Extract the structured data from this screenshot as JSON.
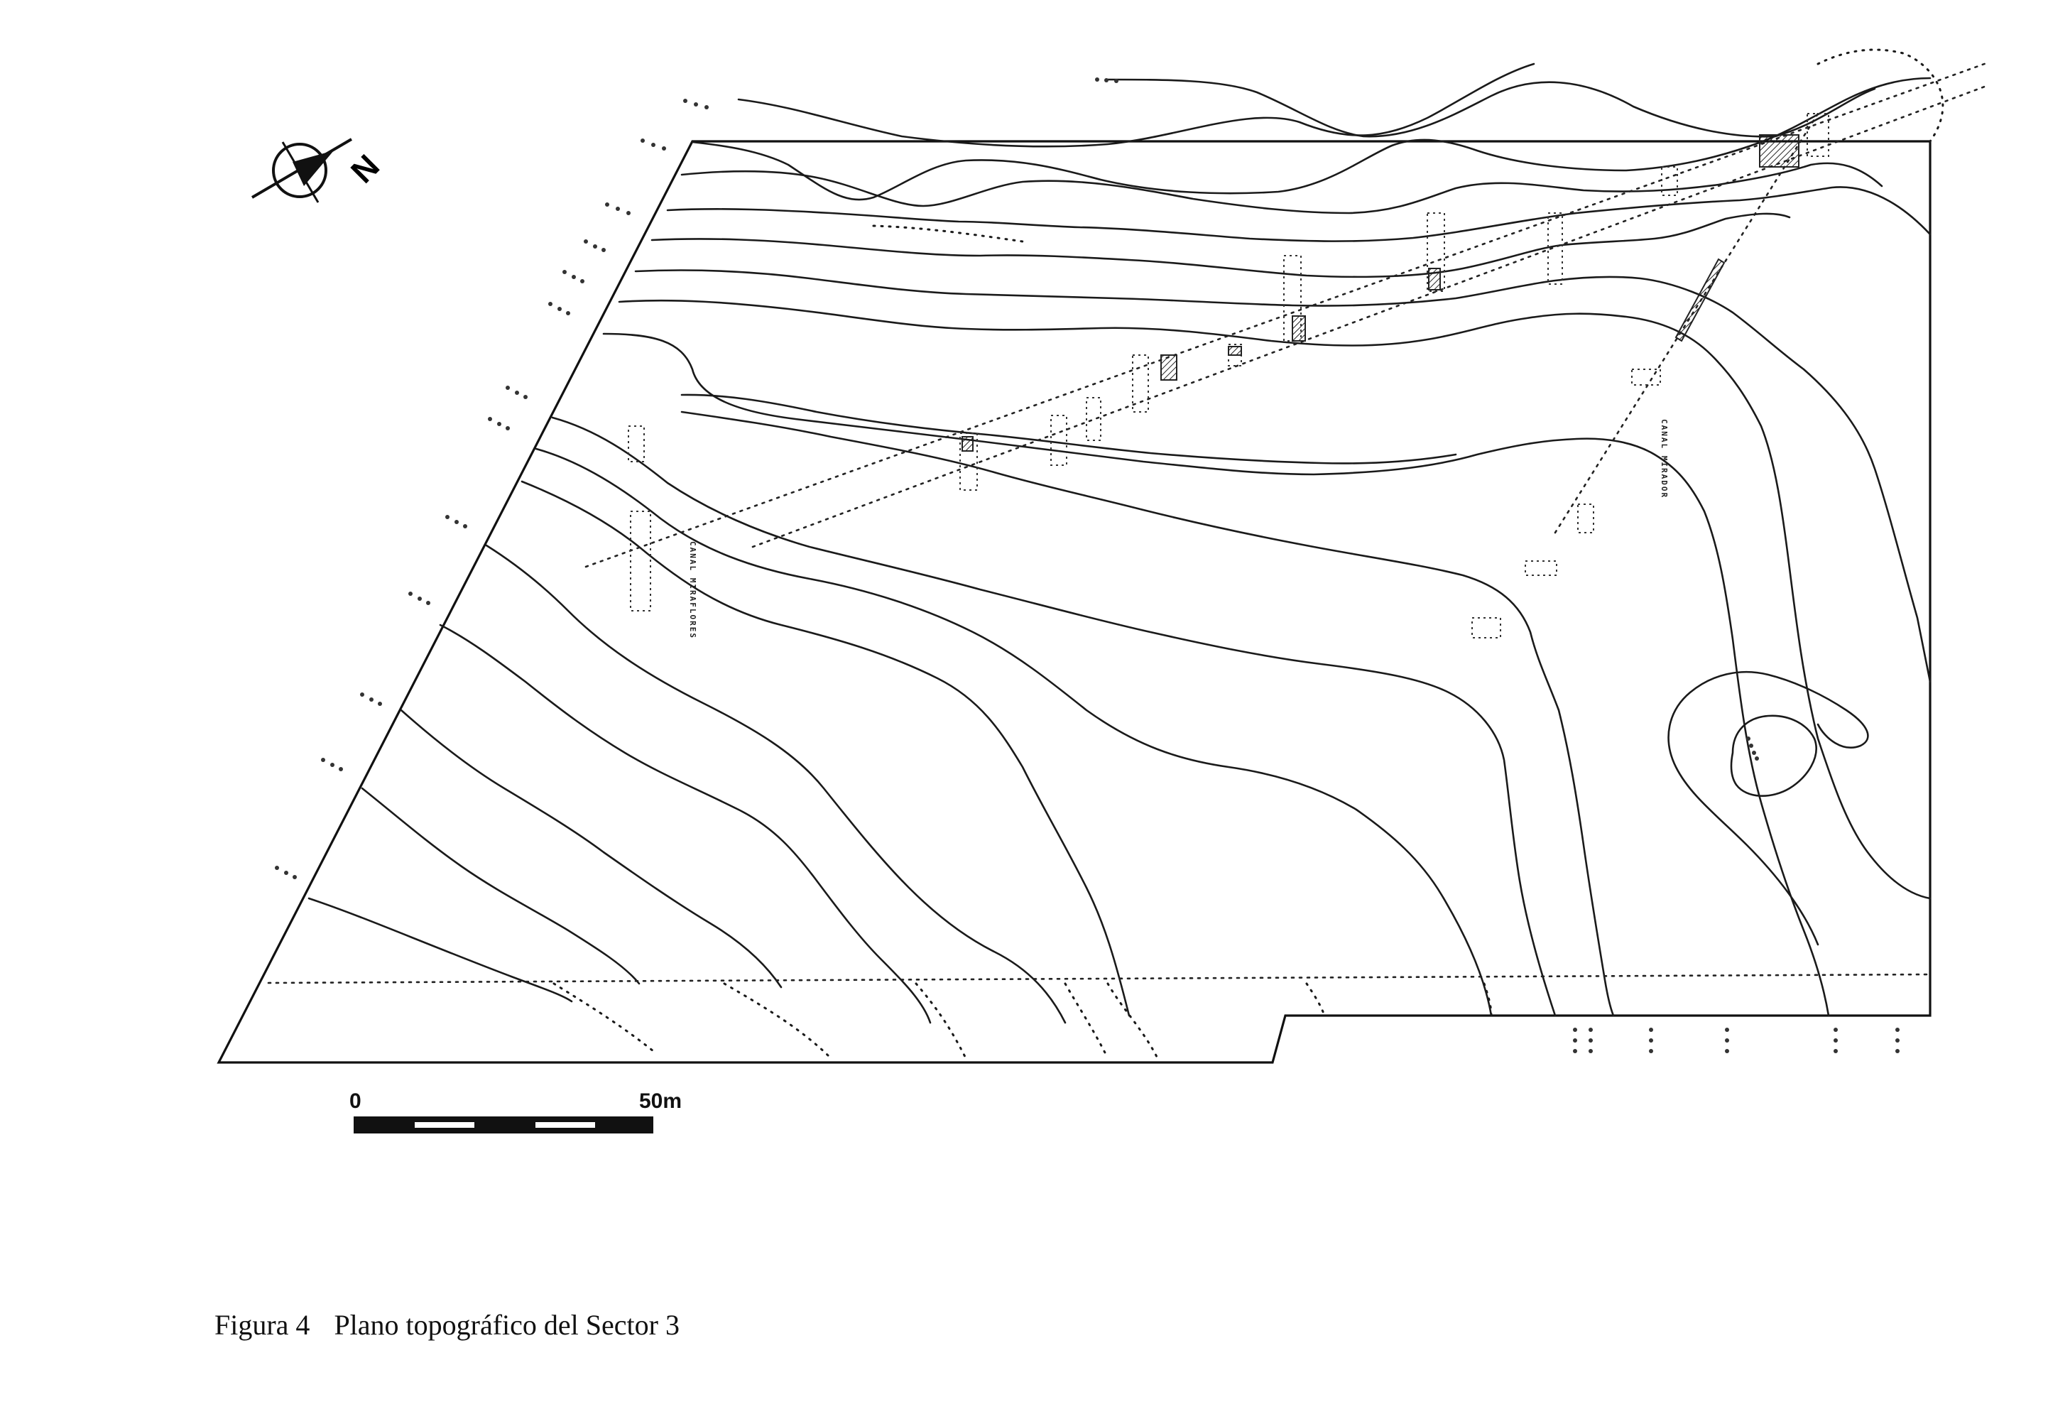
{
  "caption": {
    "figure_number": "Figura 4",
    "title": "Plano topográfico del Sector 3"
  },
  "north_arrow": {
    "label": "N",
    "icon": "north-arrow-compass-icon"
  },
  "scale_bar": {
    "start_label": "0",
    "end_label": "50m",
    "distance_m": 50,
    "segments": 5
  },
  "labels": {
    "canal_miraflores": "CANAL MIRAFLORES",
    "canal_mirador": "CANAL MIRADOR"
  },
  "colors": {
    "ink": "#1a1a1a",
    "paper": "#ffffff"
  }
}
